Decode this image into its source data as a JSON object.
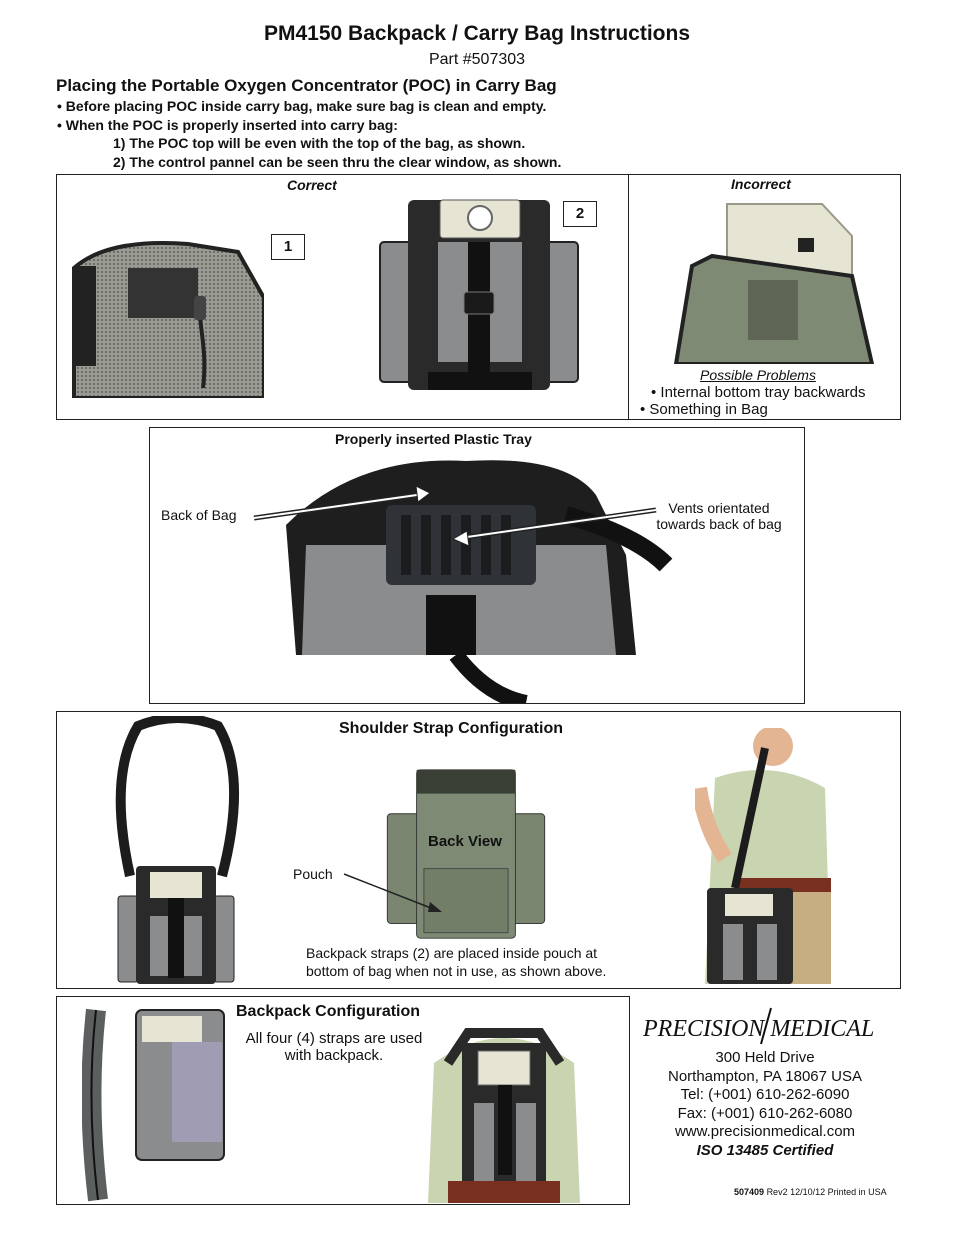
{
  "header": {
    "title": "PM4150 Backpack / Carry Bag Instructions",
    "part": "Part #507303"
  },
  "placing": {
    "heading": "Placing the Portable Oxygen Concentrator (POC) in Carry Bag",
    "bullets": [
      "• Before placing POC inside carry bag, make sure bag is clean and empty.",
      "• When the POC is properly inserted into carry bag:"
    ],
    "steps": [
      "1) The POC top will be even with the top of the bag, as shown.",
      "2) The control pannel can be seen thru the clear window, as shown."
    ]
  },
  "correct_panel": {
    "correct_label": "Correct",
    "incorrect_label": "Incorrect",
    "marker_1": "1",
    "marker_2": "2",
    "problems_title": "Possible Problems",
    "problems": [
      "• Internal bottom tray backwards",
      "• Something in Bag"
    ]
  },
  "tray_panel": {
    "heading": "Properly inserted Plastic Tray",
    "back_of_bag": "Back of Bag",
    "vents_line1": "Vents orientated",
    "vents_line2": "towards back of bag"
  },
  "shoulder_panel": {
    "heading": "Shoulder Strap Configuration",
    "back_view": "Back View",
    "pouch": "Pouch",
    "note_line1": "Backpack straps (2) are placed inside pouch at",
    "note_line2": "bottom of bag when not in use, as shown above."
  },
  "backpack_panel": {
    "heading": "Backpack Configuration",
    "line1": "All four (4) straps are used",
    "line2": "with backpack."
  },
  "company": {
    "logo_text": "PRECISION MEDICAL",
    "address1": "300 Held Drive",
    "address2": "Northampton, PA 18067 USA",
    "tel": "Tel: (+001) 610-262-6090",
    "fax": "Fax: (+001) 610-262-6080",
    "web": "www.precisionmedical.com",
    "iso": "ISO 13485 Certified"
  },
  "footer": {
    "doc_number": "507409",
    "rev": "Rev2  12/10/12 Printed in USA"
  },
  "colors": {
    "bag_gray": "#8a8c8e",
    "bag_dark": "#2a2a2a",
    "bag_green": "#7f8a74",
    "poc_cream": "#e6e4d2",
    "shirt": "#c9d4b0",
    "pants": "#c7ad82"
  }
}
